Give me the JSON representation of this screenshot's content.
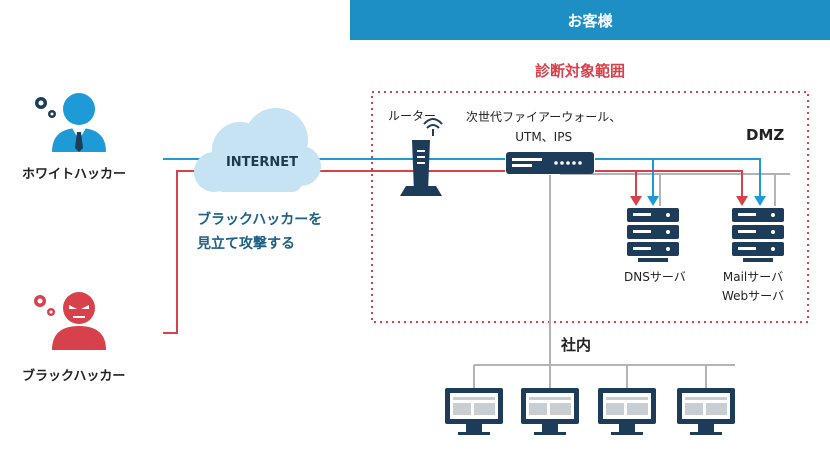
{
  "header": {
    "title": "お客様"
  },
  "scope": {
    "title": "診断対象範囲",
    "zone_label": "DMZ"
  },
  "cloud": {
    "label": "INTERNET"
  },
  "black_hacker_note": {
    "line1": "ブラックハッカーを",
    "line2": "見立て攻撃する"
  },
  "actors": {
    "white_hacker": "ホワイトハッカー",
    "black_hacker": "ブラックハッカー"
  },
  "devices": {
    "router": "ルーター",
    "firewall_line1": "次世代ファイアーウォール、",
    "firewall_line2": "UTM、IPS",
    "dns_server": "DNSサーバ",
    "mail_server": "Mailサーバ",
    "web_server": "Webサーバ"
  },
  "internal": {
    "label": "社内"
  },
  "colors": {
    "header_bg": "#1d8fc4",
    "white_path": "#1e9bd6",
    "black_path": "#d6414b",
    "device_navy": "#1d3c5a",
    "network_gray": "#b3b3b3",
    "cloud_fill": "#c5e3f2"
  }
}
